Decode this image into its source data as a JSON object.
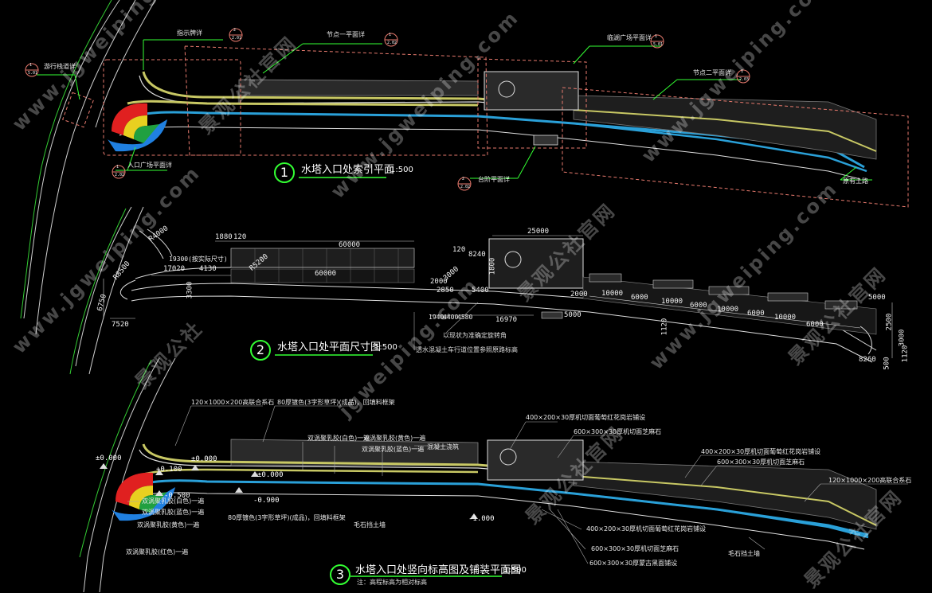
{
  "colors": {
    "road_yellow": "#c8c864",
    "road_blue": "#2aa0d8",
    "dashed_salmon": "#e87a6e",
    "leader_green": "#33ff33",
    "edge_white": "#e0e0e0",
    "fill_dark": "#2a2a2a",
    "bed_red": "#e02020",
    "bed_yellow": "#e8d020",
    "bed_green": "#20a040",
    "bed_blue": "#2080e0"
  },
  "plan1": {
    "number": "1",
    "title": "水塔入口处索引平面",
    "scale": "1:500",
    "callouts": {
      "path": "游行栈道详",
      "sign": "指示牌详",
      "node1": "节点一平面详",
      "lake": "临湖广场平面详",
      "node2": "节点二平面详",
      "entry": "入口广场平面详",
      "step": "台阶平面详",
      "trail": "原有土路"
    },
    "bubbles": {
      "a_top": "1",
      "a_bot": "5.01",
      "b_top": "2",
      "b_bot": "2.01",
      "c_top": "1",
      "c_bot": "2.02",
      "d_top": "1",
      "d_bot": "5.01",
      "e_top": "1",
      "e_bot": "2.03",
      "f_top": "1",
      "f_bot": "2.02",
      "g_top": "2",
      "g_bot": "2.02"
    }
  },
  "plan2": {
    "number": "2",
    "title": "水塔入口处平面尺寸图",
    "scale": "1:500",
    "dims": {
      "d1880": "1880",
      "d120a": "120",
      "d60000a": "60000",
      "d60000b": "60000",
      "d25000": "25000",
      "d4000r": "R4000",
      "d19300": "19300(按实际尺寸)",
      "d17020": "17020",
      "d4130": "4130",
      "d5200": "R5200",
      "d8500": "R8500",
      "d6750": "6750",
      "d7520": "7520",
      "d3300": "3300",
      "d120b": "120",
      "d8240": "8240",
      "d1800": "1800",
      "d2000": "2000",
      "d3000": "3000",
      "d2850": "2850",
      "d5400": "5400",
      "d1940": "1940",
      "d4400": "4400",
      "d4580": "4580",
      "d16970": "16970",
      "d5000a": "5000",
      "d10000a": "10000",
      "d10000b": "10000",
      "d10000c": "10000",
      "d10000d": "10000",
      "d6000a": "6000",
      "d6000b": "6000",
      "d6000c": "6000",
      "d6000d": "6000",
      "d2000b": "2000",
      "d5000b": "5000",
      "d1120": "1120",
      "d2500": "2500",
      "d3000b": "3000",
      "d8260": "8260",
      "d500": "500",
      "d1120b": "1120"
    },
    "notes": {
      "n1": "以现状为准确定旋转角",
      "n2": "透水混凝土车行道位置参照原路标高"
    }
  },
  "plan3": {
    "number": "3",
    "title": "水塔入口处竖向标高图及铺装平面图",
    "scale": "1:500",
    "note": "注：高程标高为相对标高",
    "elev": {
      "e1": "±0.000",
      "e2": "±0.000",
      "e3": "+0.100",
      "e4": "±0.000",
      "e5": "-0.500",
      "e6": "-0.900",
      "e7": "-1.000"
    },
    "labels": {
      "curb1": "120×1000×200高联合系石",
      "fence": "80厚镀色(3字形草坪)(成品)，回填料框架",
      "dbl_w": "双涡聚乳胶(白色)一遍",
      "dbl_y": "双涡聚乳胶(黄色)一遍",
      "dbl_b": "双涡聚乳胶(蓝色)一遍",
      "mix": "混凝土浇筑",
      "tile1": "400×200×30厚机切面葡萄红花岗岩铺设",
      "tile2": "600×300×30厚机切面芝麻石",
      "tile3": "400×200×30厚机切面葡萄红花岗岩铺设",
      "tile4": "600×300×30厚机切面芝麻石",
      "curb2": "120×1000×200高联合系石",
      "left1": "双涡聚乳胶(白色)一遍",
      "left2": "双涡聚乳胶(蓝色)一遍",
      "left3": "双涡聚乳胶(黄色)一遍",
      "left4": "双涡聚乳胶(红色)一遍",
      "fence2": "80厚镀色(3字形草坪)(成品)，回填料框架",
      "wall1": "毛石挡土墙",
      "b1": "400×200×30厚机切面葡萄红花岗岩铺设",
      "b2": "600×300×30厚机切面芝麻石",
      "b3": "600×300×30厚蒙古黑面铺设",
      "wall2": "毛石挡土墙"
    }
  },
  "watermarks": [
    "www.jgweiping.com",
    "景观公社官网",
    "www.jgweiping.com",
    "景观公社官网",
    "www.jgweiping.com",
    "景观公社官网",
    "jgweiping.com",
    "景观公社",
    "景观公社官网",
    "www.jgweiping.com",
    "www.jgweiping.com",
    "景观公社官网"
  ]
}
